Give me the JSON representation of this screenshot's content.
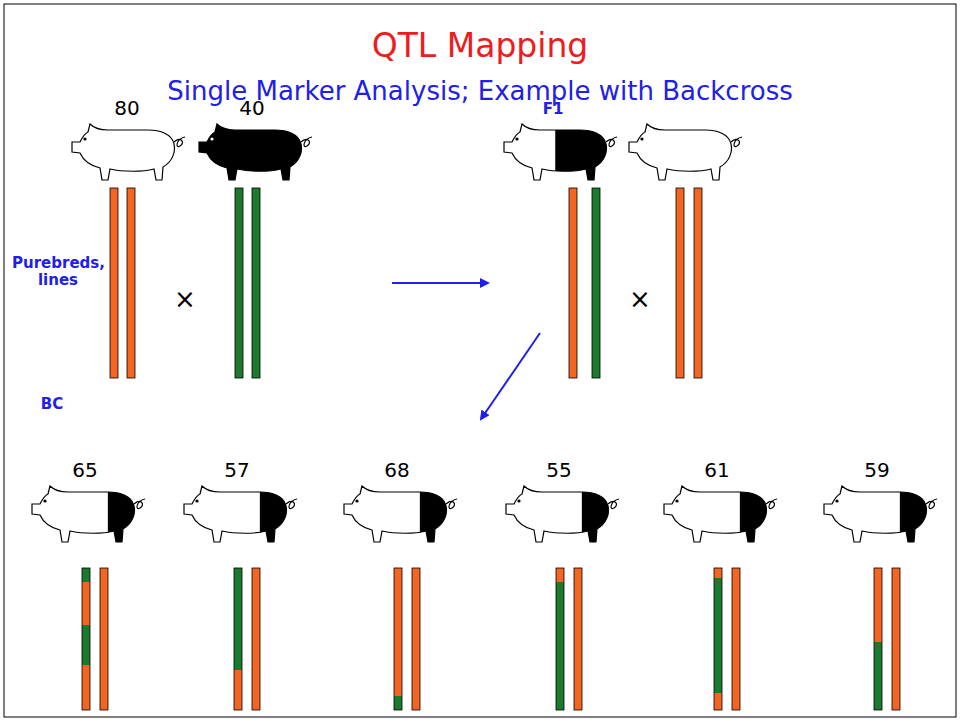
{
  "diagram": {
    "title": "QTL Mapping",
    "labels": [
      "Single Marker Analysis; Example with Backcross",
      "80",
      "40",
      "F1",
      "Purebreds, lines",
      "×",
      "×",
      "BC",
      "65",
      "57",
      "68",
      "55",
      "61",
      "59"
    ]
  }
}
